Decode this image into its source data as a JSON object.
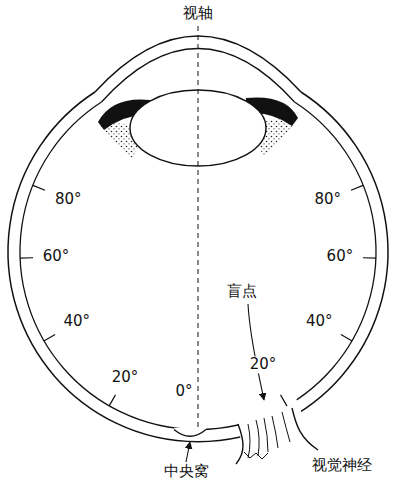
{
  "diagram": {
    "labels": [
      "视轴",
      "80°",
      "60°",
      "40°",
      "20°",
      "0°",
      "80°",
      "60°",
      "40°",
      "20°",
      "盲点",
      "中央窝",
      "视觉神经"
    ]
  }
}
